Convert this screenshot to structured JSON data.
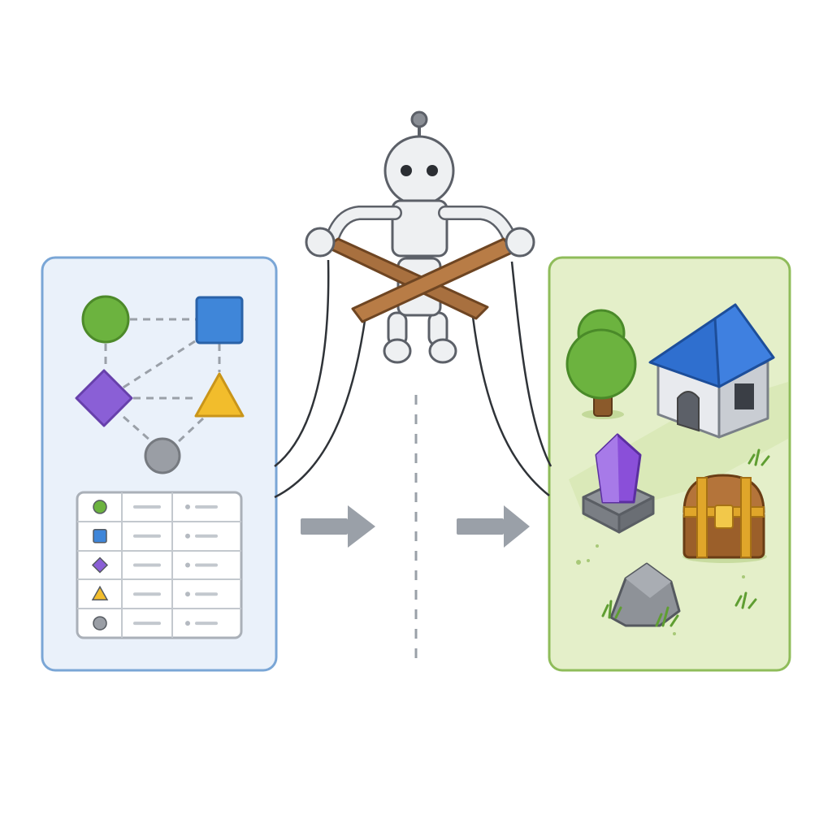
{
  "colors": {
    "left_panel_fill": "#eaf1fa",
    "left_panel_border": "#7aa6d6",
    "right_panel_fill": "#e4efc9",
    "right_panel_border": "#8fbc5a",
    "node_green": "#6cb33f",
    "node_blue": "#3f86d9",
    "node_purple": "#8a5fd6",
    "node_yellow": "#f2bd2c",
    "node_gray": "#9a9ea5",
    "arrow_gray": "#9aa0a8",
    "wood": "#a8703f",
    "robot_body": "#eef0f2",
    "roof_blue": "#2f6fcf",
    "chest_gold": "#e0a62a",
    "chest_wood": "#9b5f2a",
    "crystal_purple": "#8a4fd9",
    "tree_green": "#6cb33f"
  },
  "icons": {
    "left_panel": [
      "green-circle-node-icon",
      "blue-square-node-icon",
      "purple-diamond-node-icon",
      "yellow-triangle-node-icon",
      "gray-circle-node-icon",
      "data-table-icon"
    ],
    "center": [
      "robot-puppeteer-icon",
      "wooden-control-bar-icon",
      "puppet-string-icon",
      "arrow-right-icon",
      "dashed-divider-icon"
    ],
    "right_panel": [
      "tree-icon",
      "house-icon",
      "crystal-icon",
      "treasure-chest-icon",
      "rock-icon",
      "grass-tuft-icon"
    ]
  },
  "table": {
    "rows": [
      {
        "marker": "circle",
        "color": "#6cb33f"
      },
      {
        "marker": "square",
        "color": "#3f86d9"
      },
      {
        "marker": "diamond",
        "color": "#8a5fd6"
      },
      {
        "marker": "triangle",
        "color": "#f2bd2c"
      },
      {
        "marker": "circle",
        "color": "#9a9ea5"
      }
    ]
  }
}
